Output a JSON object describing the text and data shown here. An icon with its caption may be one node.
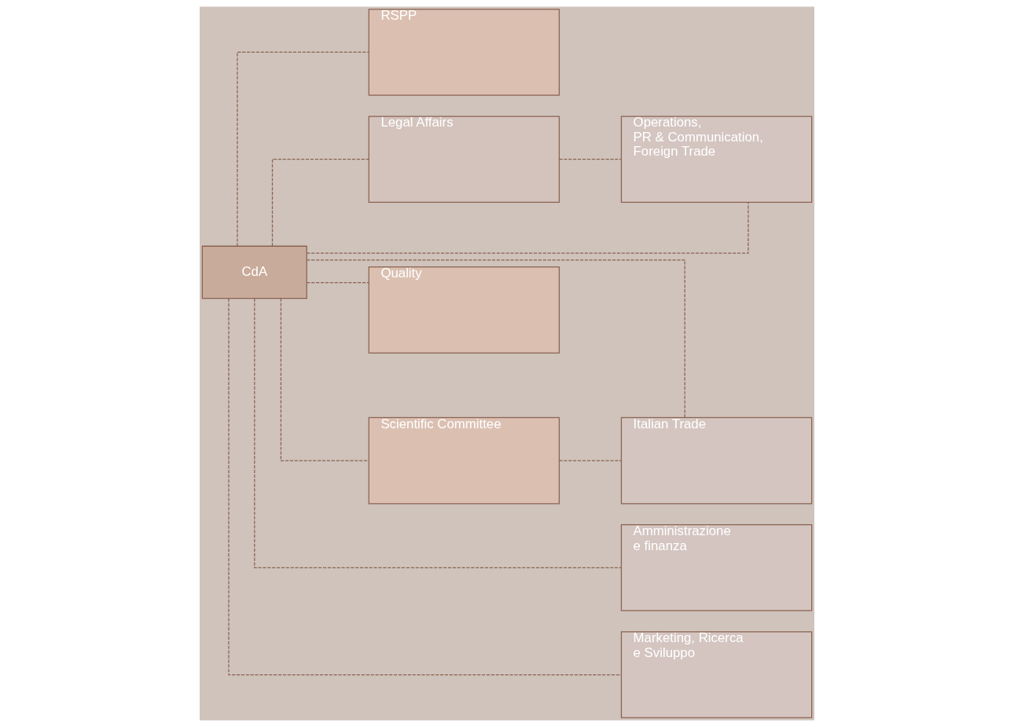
{
  "diagram": {
    "nodes": [
      {
        "text": [
          "CdA"
        ]
      },
      {
        "text": [
          "RSPP"
        ]
      },
      {
        "text": [
          "Legal Affairs"
        ]
      },
      {
        "text": [
          "Scientific Committee"
        ]
      },
      {
        "text": [
          "Quality"
        ]
      },
      {
        "text": [
          "Amministrazione e finanza"
        ]
      },
      {
        "text": [
          "Operations, PR & Communication, Foreign Trade"
        ]
      },
      {
        "text": [
          "Italian Trade"
        ]
      },
      {
        "text": [
          "Marketing, Ricerca e Sviluppo"
        ]
      }
    ],
    "edges": [
      {
        "from": 0,
        "to": 1,
        "arrow": "none",
        "style": "dashed"
      },
      {
        "from": 0,
        "to": 2,
        "arrow": "none",
        "style": "dashed"
      },
      {
        "from": 0,
        "to": 3,
        "arrow": "none",
        "style": "dashed"
      },
      {
        "from": 0,
        "to": 4,
        "arrow": "none",
        "style": "dashed"
      },
      {
        "from": 0,
        "to": 5,
        "arrow": "none",
        "style": "dashed"
      },
      {
        "from": 0,
        "to": 6,
        "arrow": "none",
        "style": "dashed"
      },
      {
        "from": 0,
        "to": 7,
        "arrow": "none",
        "style": "dashed"
      },
      {
        "from": 0,
        "to": 8,
        "arrow": "none",
        "style": "dashed"
      },
      {
        "from": 2,
        "to": 6,
        "arrow": "none",
        "style": "dashed"
      },
      {
        "from": 3,
        "to": 7,
        "arrow": "none",
        "style": "dashed"
      }
    ]
  }
}
